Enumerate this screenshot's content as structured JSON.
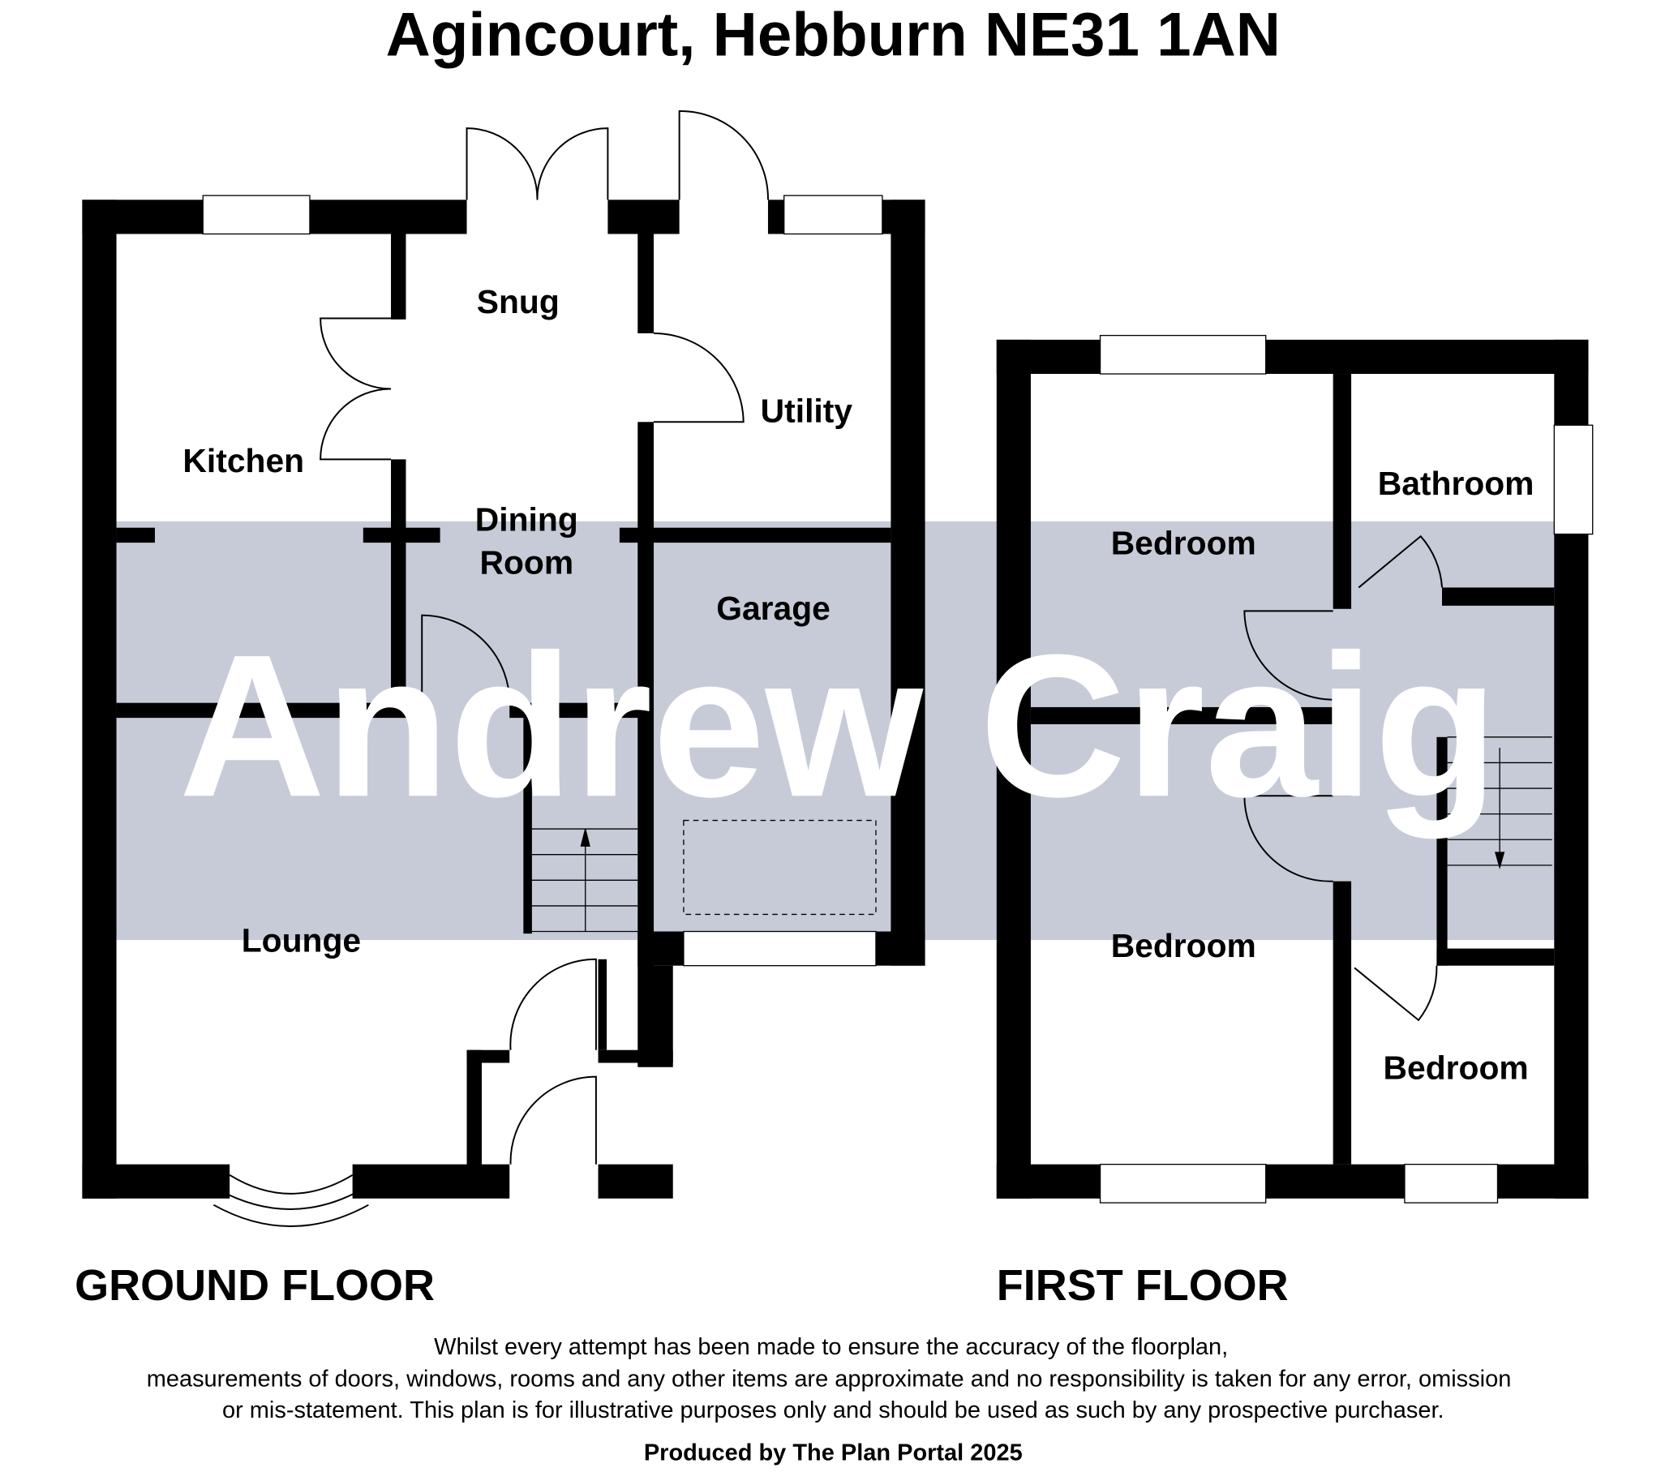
{
  "title": "Agincourt, Hebburn NE31 1AN",
  "watermark": "Andrew Craig",
  "colors": {
    "band": "#c6cbd7",
    "walls": "#000000"
  },
  "ground_floor": {
    "label": "GROUND FLOOR",
    "rooms": [
      "Kitchen",
      "Snug",
      "Utility",
      "Dining",
      "Room",
      "Garage",
      "Lounge"
    ]
  },
  "first_floor": {
    "label": "FIRST FLOOR",
    "rooms": [
      "Bathroom",
      "Bedroom",
      "Bedroom",
      "Bedroom"
    ]
  },
  "disclaimer": [
    "Whilst every attempt has been made to ensure the accuracy of the floorplan,",
    "measurements of doors, windows, rooms and any other items are approximate and no responsibility is taken for any error, omission",
    "or mis-statement. This plan is for illustrative purposes only and should be used as such by any prospective purchaser."
  ],
  "credit": "Produced by The Plan Portal 2025"
}
